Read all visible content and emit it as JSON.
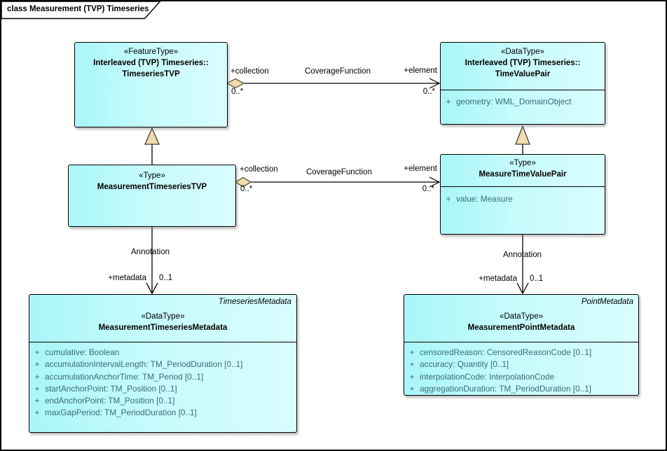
{
  "frame": {
    "title": "class Measurement (TVP) Timeseries"
  },
  "colors": {
    "box_fill_left": "#a9f6f8",
    "box_fill_right": "#d9fdfe",
    "box_border": "#000000",
    "attribute_text": "#3a6b7a",
    "arrowhead_fill": "#f0dbac",
    "line": "#000000"
  },
  "classes": {
    "timeseries_tvp": {
      "stereotype": "«FeatureType»",
      "name_line1": "Interleaved (TVP) Timeseries::",
      "name_line2": "TimeseriesTVP"
    },
    "time_value_pair": {
      "stereotype": "«DataType»",
      "name_line1": "Interleaved (TVP) Timeseries::",
      "name_line2": "TimeValuePair",
      "attributes": [
        {
          "visibility": "+",
          "text": "geometry: WML_DomainObject"
        }
      ]
    },
    "measurement_timeseries_tvp": {
      "stereotype": "«Type»",
      "name_line1": "MeasurementTimeseriesTVP"
    },
    "measure_time_value_pair": {
      "stereotype": "«Type»",
      "name_line1": "MeasureTimeValuePair",
      "attributes": [
        {
          "visibility": "+",
          "text": "value: Measure"
        }
      ]
    },
    "measurement_timeseries_metadata": {
      "corner_label": "TimeseriesMetadata",
      "stereotype": "«DataType»",
      "name_line1": "MeasurementTimeseriesMetadata",
      "attributes": [
        {
          "visibility": "+",
          "text": "cumulative: Boolean"
        },
        {
          "visibility": "+",
          "text": "accumulationIntervalLength: TM_PeriodDuration [0..1]"
        },
        {
          "visibility": "+",
          "text": "accumulationAnchorTime: TM_Period [0..1]"
        },
        {
          "visibility": "+",
          "text": "startAnchorPoint: TM_Position [0..1]"
        },
        {
          "visibility": "+",
          "text": "endAnchorPoint: TM_Position [0..1]"
        },
        {
          "visibility": "+",
          "text": "maxGapPeriod: TM_PeriodDuration [0..1]"
        }
      ]
    },
    "measurement_point_metadata": {
      "corner_label": "PointMetadata",
      "stereotype": "«DataType»",
      "name_line1": "MeasurementPointMetadata",
      "attributes": [
        {
          "visibility": "+",
          "text": "censoredReason: CensoredReasonCode [0..1]"
        },
        {
          "visibility": "+",
          "text": "accuracy: Quantity [0..1]"
        },
        {
          "visibility": "+",
          "text": "interpolationCode: InterpolationCode"
        },
        {
          "visibility": "+",
          "text": "aggregationDuration: TM_PeriodDuration [0..1]"
        }
      ]
    }
  },
  "connectors": {
    "top_association": {
      "name": "CoverageFunction",
      "source_role": "+collection",
      "target_role": "+element",
      "source_mult": "0..*",
      "target_mult": "0..*"
    },
    "mid_association": {
      "name": "CoverageFunction",
      "source_role": "+collection",
      "target_role": "+element",
      "source_mult": "0..*",
      "target_mult": "0..*"
    },
    "left_annotation": {
      "name": "Annotation",
      "target_role": "+metadata",
      "target_mult": "0..1"
    },
    "right_annotation": {
      "name": "Annotation",
      "target_role": "+metadata",
      "target_mult": "0..1"
    }
  }
}
